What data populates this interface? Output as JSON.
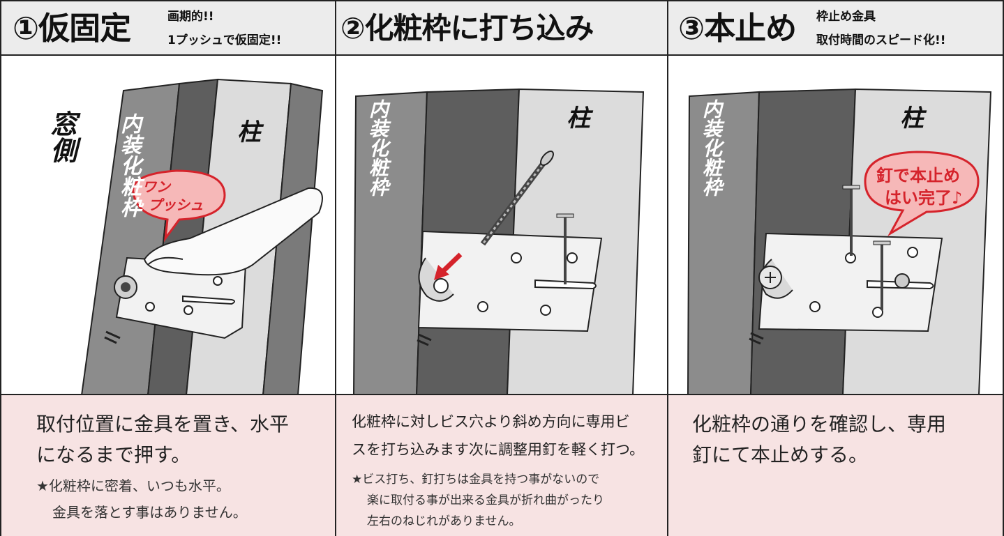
{
  "colors": {
    "accent_red": "#d5232b",
    "bubble_fill": "#f6b8b8",
    "panel_pink": "#f7e3e3",
    "header_gray": "#ececec"
  },
  "steps": [
    {
      "title": "①仮固定",
      "sub": [
        "画期的!!",
        "1プッシュで仮固定!!"
      ],
      "fig_labels": {
        "madogawa": "窓側",
        "naiso": "内装化粧枠",
        "hashira": "柱",
        "bubble": [
          "ワン",
          "プッシュ"
        ]
      },
      "main": [
        "取付位置に金具を置き、水平",
        "になるまで押す。"
      ],
      "notes": [
        "★化粧枠に密着、いつも水平。",
        "金具を落とす事はありません。"
      ]
    },
    {
      "title": "②化粧枠に打ち込み",
      "sub": [],
      "fig_labels": {
        "naiso": "内装化粧枠",
        "hashira": "柱"
      },
      "main": [
        "化粧枠に対しビス穴より斜め方向に専用ビ",
        "スを打ち込みます次に調整用釘を軽く打つ。"
      ],
      "notes": [
        "★ビス打ち、釘打ちは金具を持つ事がないので",
        "楽に取付る事が出来る金具が折れ曲がったり",
        "左右のねじれがありません。"
      ]
    },
    {
      "title": "③本止め",
      "sub": [
        "枠止め金具",
        "取付時間のスピード化!!"
      ],
      "fig_labels": {
        "naiso": "内装化粧枠",
        "hashira": "柱",
        "bubble": [
          "釘で本止め",
          "はい完了♪"
        ]
      },
      "main": [
        "化粧枠の通りを確認し、専用",
        "釘にて本止めする。"
      ],
      "notes": []
    }
  ]
}
